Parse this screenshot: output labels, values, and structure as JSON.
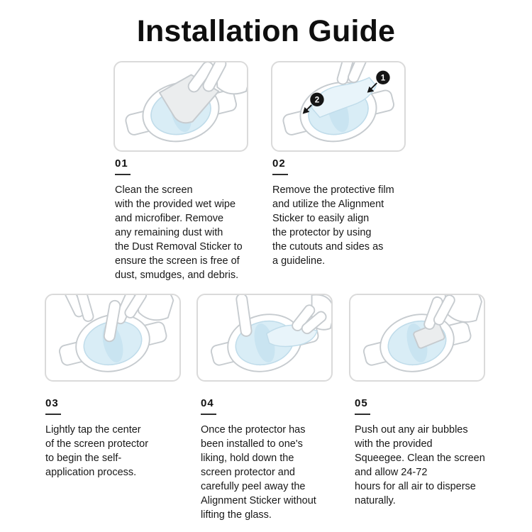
{
  "page": {
    "title": "Installation Guide"
  },
  "colors": {
    "screen_blue": "#d9edf6",
    "outline_gray": "#c6cbcf",
    "panel_border": "#dadada",
    "text": "#181818"
  },
  "steps": [
    {
      "number": "01",
      "illustration": "hand-wiping-watch-screen-icon",
      "text": "Clean the screen\nwith the provided wet wipe\nand microfiber. Remove\nany remaining dust with\nthe Dust Removal Sticker to\nensure the screen is free of\ndust, smudges, and debris."
    },
    {
      "number": "02",
      "illustration": "peel-film-alignment-sticker-icon",
      "badges": [
        "1",
        "2"
      ],
      "text": "Remove the protective film\nand utilize the Alignment\nSticker to easily align\nthe protector by using\nthe cutouts and sides as\na guideline."
    },
    {
      "number": "03",
      "illustration": "finger-tapping-protector-center-icon",
      "text": "Lightly tap the center\nof the screen protector\nto begin the self-\napplication process."
    },
    {
      "number": "04",
      "illustration": "hold-protector-peel-sticker-icon",
      "text": "Once the protector has\nbeen installed to one's\nliking, hold down the\nscreen protector and\ncarefully peel away the\nAlignment Sticker without\nlifting the glass."
    },
    {
      "number": "05",
      "illustration": "squeegee-pushing-bubbles-icon",
      "text": "Push out any air bubbles\nwith the provided\nSqueegee. Clean the screen\nand allow 24-72\nhours for all air to disperse\nnaturally."
    }
  ]
}
